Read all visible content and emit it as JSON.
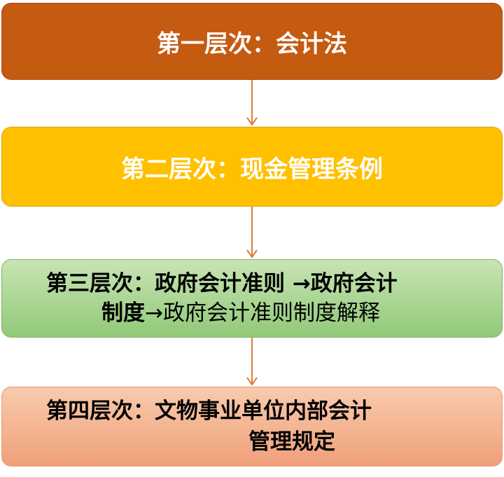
{
  "levels": [
    {
      "label": "第一层次",
      "separator": "：",
      "content": "会计法"
    },
    {
      "label": "第二层次",
      "separator": "：",
      "content": "现金管理条例"
    },
    {
      "label": "第三层次",
      "separator": "：",
      "line1_a": "政府会计准则",
      "arrow1": "→",
      "line1_b": "政府会计",
      "line2_a": "制度",
      "arrow2": "→",
      "line2_b": "政府会计准则制度解释"
    },
    {
      "label": "第四层次",
      "separator": "：",
      "line1": "文物事业单位内部会计",
      "line2": "管理规定"
    }
  ],
  "colors": {
    "level1": "#c55a11",
    "level2": "#ffc000",
    "level3": "#a9d18e",
    "level4": "#f4b183",
    "connector": "#e07b39"
  }
}
